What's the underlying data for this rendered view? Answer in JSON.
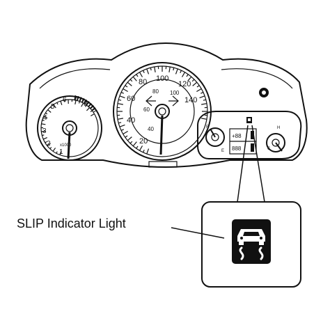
{
  "callout": {
    "label": "SLIP Indicator Light"
  },
  "tachometer": {
    "ticks": [
      "1",
      "2",
      "3",
      "4",
      "5",
      "6",
      "7",
      "8"
    ],
    "unit": "x1000"
  },
  "speedometer": {
    "ticks": [
      "20",
      "40",
      "60",
      "80",
      "100",
      "120",
      "140"
    ],
    "mph_marks": [
      "40",
      "60",
      "80",
      "100"
    ]
  },
  "display": {
    "upper": "+88",
    "lower": "888"
  },
  "fuel_gauge": {
    "marks": [
      "F",
      "E"
    ]
  },
  "temp_gauge": {
    "marks": [
      "H",
      "C"
    ]
  },
  "icons": {
    "main": "vehicle-skid-icon",
    "small": "slip-indicator-icon"
  }
}
